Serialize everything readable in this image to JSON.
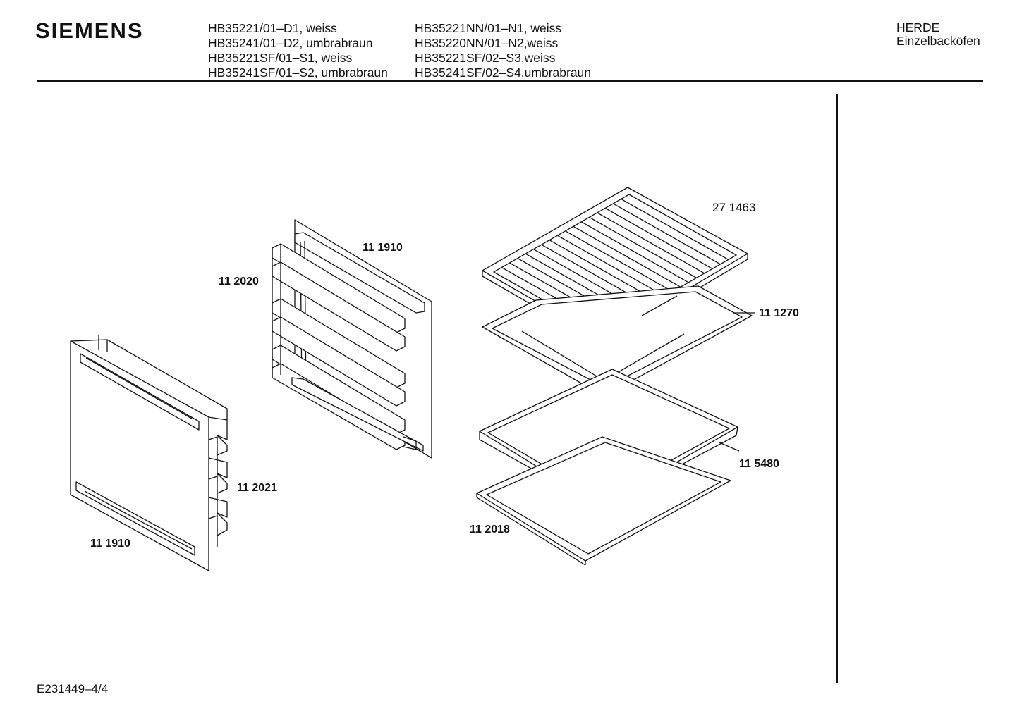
{
  "header": {
    "brand": "SIEMENS",
    "models_col1": [
      "HB35221/01–D1, weiss",
      "HB35241/01–D2, umbrabraun",
      "HB35221SF/01–S1, weiss",
      "HB35241SF/01–S2, umbrabraun"
    ],
    "models_col2": [
      "HB35221NN/01–N1, weiss",
      "HB35220NN/01–N2,weiss",
      "HB35221SF/02–S3,weiss",
      "HB35241SF/02–S4,umbrabraun"
    ],
    "category": "HERDE",
    "subcategory": "Einzelbacköfen"
  },
  "parts": {
    "grill_rack": "27 1463",
    "rear_panel_top": "11 1910",
    "rear_rails": "11 2020",
    "front_rails": "11 2021",
    "front_panel": "11 1910",
    "enamel_tray": "11 1270",
    "baking_tray": "11 5480",
    "tray_frame": "11 2018"
  },
  "footer": {
    "doc_number": "E231449–4/4"
  }
}
